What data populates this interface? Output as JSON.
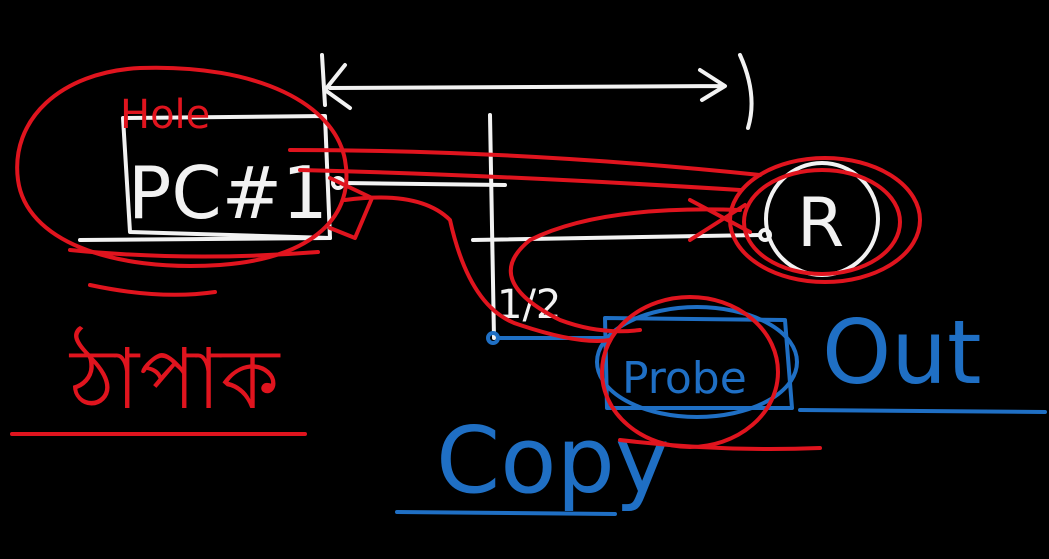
{
  "colors": {
    "background": "#000000",
    "white_ink": "#f2f2f2",
    "red_ink": "#e0141e",
    "blue_ink": "#1f6fc4"
  },
  "labels": {
    "pc": "PC#1",
    "pc_note": "Hole",
    "router": "R",
    "probe": "Probe",
    "port": "1/2",
    "out": "Out",
    "copy": "Copy",
    "red_note": "ঠাপাক"
  }
}
